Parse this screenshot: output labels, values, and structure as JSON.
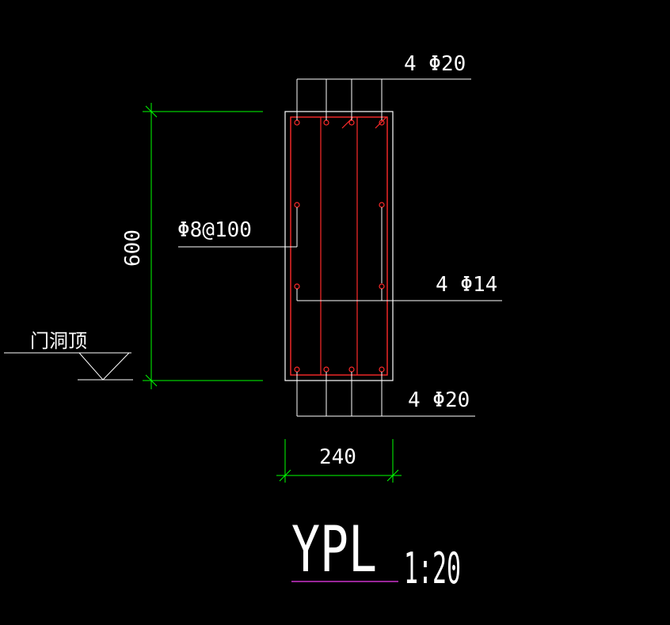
{
  "drawing": {
    "title": "YPL",
    "scale": "1:20",
    "background_color": "#000000",
    "line_color": "#ffffff",
    "rebar_color": "#ff2a2a",
    "dimension_color": "#00ff00",
    "title_underline_color": "#cc33cc"
  },
  "labels": {
    "top_bars": "4 Φ20",
    "bottom_bars": "4 Φ20",
    "side_bars": "4 Φ14",
    "stirrups": "Φ8@100",
    "door_top": "门洞顶"
  },
  "dimensions": {
    "height": "600",
    "width": "240"
  }
}
